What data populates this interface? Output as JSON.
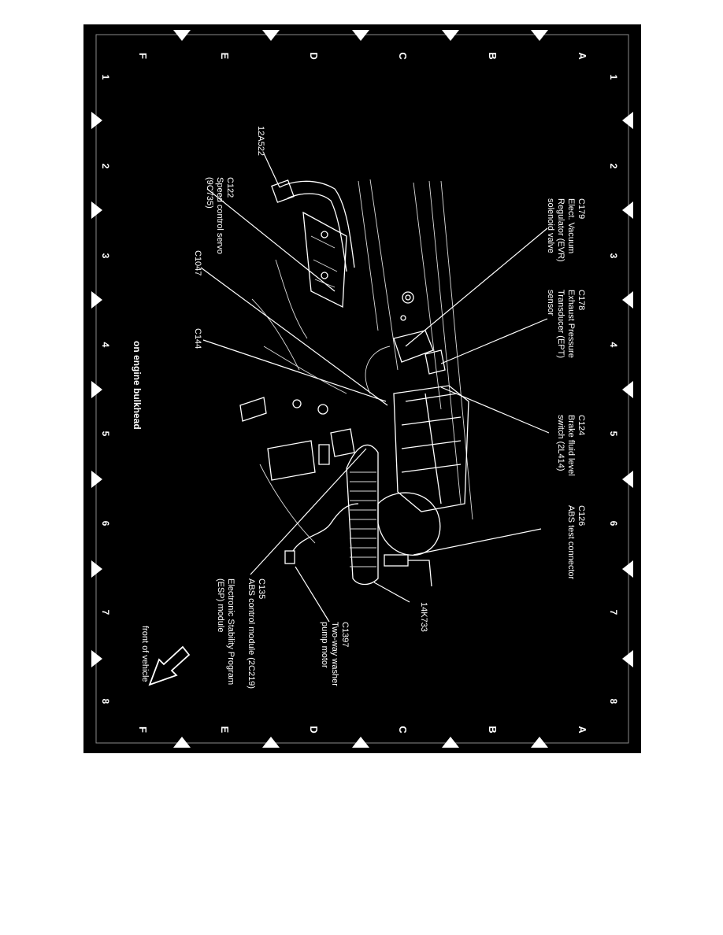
{
  "diagram": {
    "caption": "on engine bulkhead",
    "front_label": "front of vehicle",
    "grid": {
      "numbers": [
        "1",
        "2",
        "3",
        "4",
        "5",
        "6",
        "7",
        "8"
      ],
      "letters": [
        "A",
        "B",
        "C",
        "D",
        "E",
        "F"
      ]
    },
    "callouts": [
      {
        "id": "c179",
        "lines": [
          "C179",
          "Elect. Vacuum",
          "Regulator (EVR)",
          "solenoid valve"
        ]
      },
      {
        "id": "c178",
        "lines": [
          "C178",
          "Exhaust Pressure",
          "Transducer (EPT)",
          "sensor"
        ]
      },
      {
        "id": "c124",
        "lines": [
          "C124",
          "Brake fluid level",
          "switch (2L414)"
        ]
      },
      {
        "id": "c126",
        "lines": [
          "C126",
          "ABS test connector"
        ]
      },
      {
        "id": "14k733",
        "lines": [
          "14K733"
        ]
      },
      {
        "id": "c1397",
        "lines": [
          "C1397",
          "Two-way washer",
          "pump motor"
        ]
      },
      {
        "id": "c135",
        "lines": [
          "C135",
          "ABS control module (2C219)",
          "Electronic Stability Program",
          "(ESP) module"
        ]
      },
      {
        "id": "12a522",
        "lines": [
          "12A522"
        ]
      },
      {
        "id": "c122",
        "lines": [
          "C122",
          "Speed control servo",
          "(9C735)"
        ]
      },
      {
        "id": "c1047",
        "lines": [
          "C1047"
        ]
      },
      {
        "id": "c144",
        "lines": [
          "C144"
        ]
      }
    ]
  }
}
